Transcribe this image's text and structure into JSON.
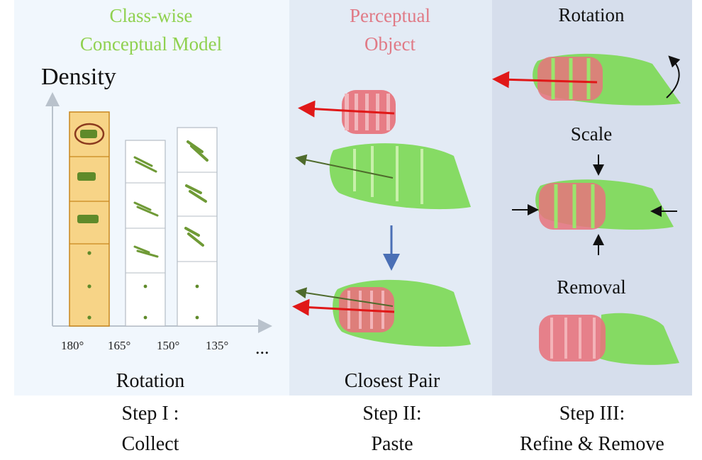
{
  "panel1": {
    "title_line1": "Class-wise",
    "title_line2": "Conceptual Model",
    "axis_label": "Density",
    "ticks": [
      "180°",
      "165°",
      "150°",
      "135°"
    ],
    "ellipsis": "...",
    "caption": "Rotation"
  },
  "panel2": {
    "title_line1": "Perceptual",
    "title_line2": "Object",
    "caption": "Closest Pair"
  },
  "panel3": {
    "label_rotation": "Rotation",
    "label_scale": "Scale",
    "label_removal": "Removal"
  },
  "steps": [
    {
      "line1": "Step I :",
      "line2": "Collect"
    },
    {
      "line1": "Step II:",
      "line2": "Paste"
    },
    {
      "line1": "Step III:",
      "line2": "Refine & Remove"
    }
  ],
  "colors": {
    "green_points": "#7ed957",
    "red_points": "#e8737c",
    "red_arrow": "#e01818",
    "green_arrow": "#4f6b2c",
    "highlight_column": "#f7d487",
    "highlight_border": "#c9861d"
  }
}
